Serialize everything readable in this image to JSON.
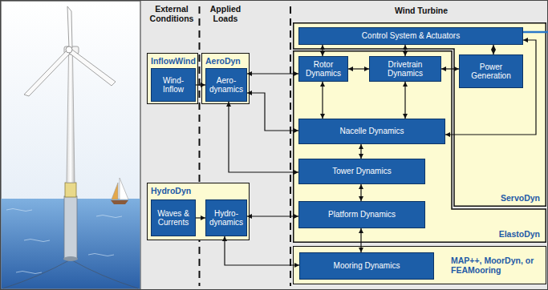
{
  "diagram": {
    "nodes": [
      {
        "text": [
          "InflowWind"
        ]
      },
      {
        "text": [
          "Wind-Inflow"
        ],
        "in": 0
      },
      {
        "text": [
          "AeroDyn"
        ]
      },
      {
        "text": [
          "Aero- dynamics"
        ],
        "in": 2
      },
      {
        "text": [
          "ServoDyn"
        ]
      },
      {
        "text": [
          "Control System & Actuators"
        ],
        "in": 4
      },
      {
        "text": [
          "ElastoDyn"
        ]
      },
      {
        "text": [
          "Rotor Dynamics"
        ],
        "in": 6
      },
      {
        "text": [
          "Drivetrain Dynamics"
        ],
        "in": 6
      },
      {
        "text": [
          "Power Generation"
        ],
        "in": 4
      },
      {
        "text": [
          "Nacelle Dynamics"
        ],
        "in": 6
      },
      {
        "text": [
          "Tower Dynamics"
        ],
        "in": 6
      },
      {
        "text": [
          "HydroDyn"
        ]
      },
      {
        "text": [
          "Waves & Currents"
        ],
        "in": 12
      },
      {
        "text": [
          "Hydro- dynamics"
        ],
        "in": 12
      },
      {
        "text": [
          "Platform Dynamics"
        ],
        "in": 6
      },
      {
        "text": [
          "MAP++, MoorDyn, or FEAMooring"
        ]
      },
      {
        "text": [
          "Mooring Dynamics"
        ],
        "in": 16
      }
    ],
    "edges": [
      {
        "from": 1,
        "to": 3,
        "arrow": "to"
      },
      {
        "from": 3,
        "to": 7,
        "arrow": "both"
      },
      {
        "from": 3,
        "to": 10,
        "arrow": "both"
      },
      {
        "from": 3,
        "to": 11,
        "arrow": "both"
      },
      {
        "from": 5,
        "to": 7,
        "arrow": "both"
      },
      {
        "from": 5,
        "to": 8,
        "arrow": "both"
      },
      {
        "from": 5,
        "to": 9,
        "arrow": "both"
      },
      {
        "from": 7,
        "to": 8,
        "arrow": "both"
      },
      {
        "from": 8,
        "to": 9,
        "arrow": "both"
      },
      {
        "from": 7,
        "to": 10,
        "arrow": "both"
      },
      {
        "from": 8,
        "to": 10,
        "arrow": "both"
      },
      {
        "from": 10,
        "to": 5,
        "arrow": "both"
      },
      {
        "from": 10,
        "to": 11,
        "arrow": "both"
      },
      {
        "from": 11,
        "to": 15,
        "arrow": "both"
      },
      {
        "from": 13,
        "to": 14,
        "arrow": "to"
      },
      {
        "from": 14,
        "to": 15,
        "arrow": "both"
      },
      {
        "from": 14,
        "to": 17,
        "arrow": "both"
      },
      {
        "from": 15,
        "to": 17,
        "arrow": "both"
      }
    ],
    "labels": [
      "External Conditions",
      "Applied Loads",
      "Wind Turbine"
    ]
  }
}
